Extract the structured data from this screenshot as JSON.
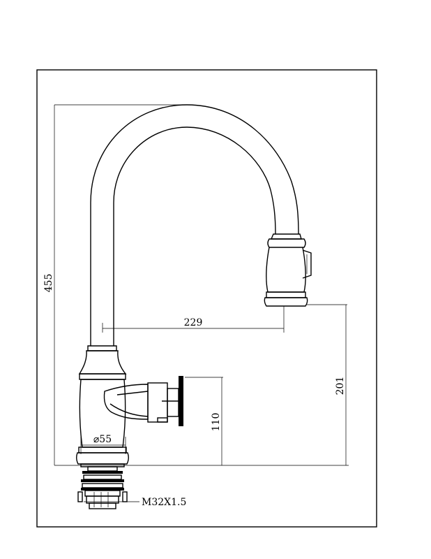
{
  "drawing": {
    "subject": "pull-down kitchen faucet",
    "dimensions": {
      "height_total": "455",
      "spout_reach": "229",
      "spout_height": "201",
      "handle_height": "110",
      "base_diameter": "⌀55",
      "thread": "M32X1.5"
    }
  }
}
